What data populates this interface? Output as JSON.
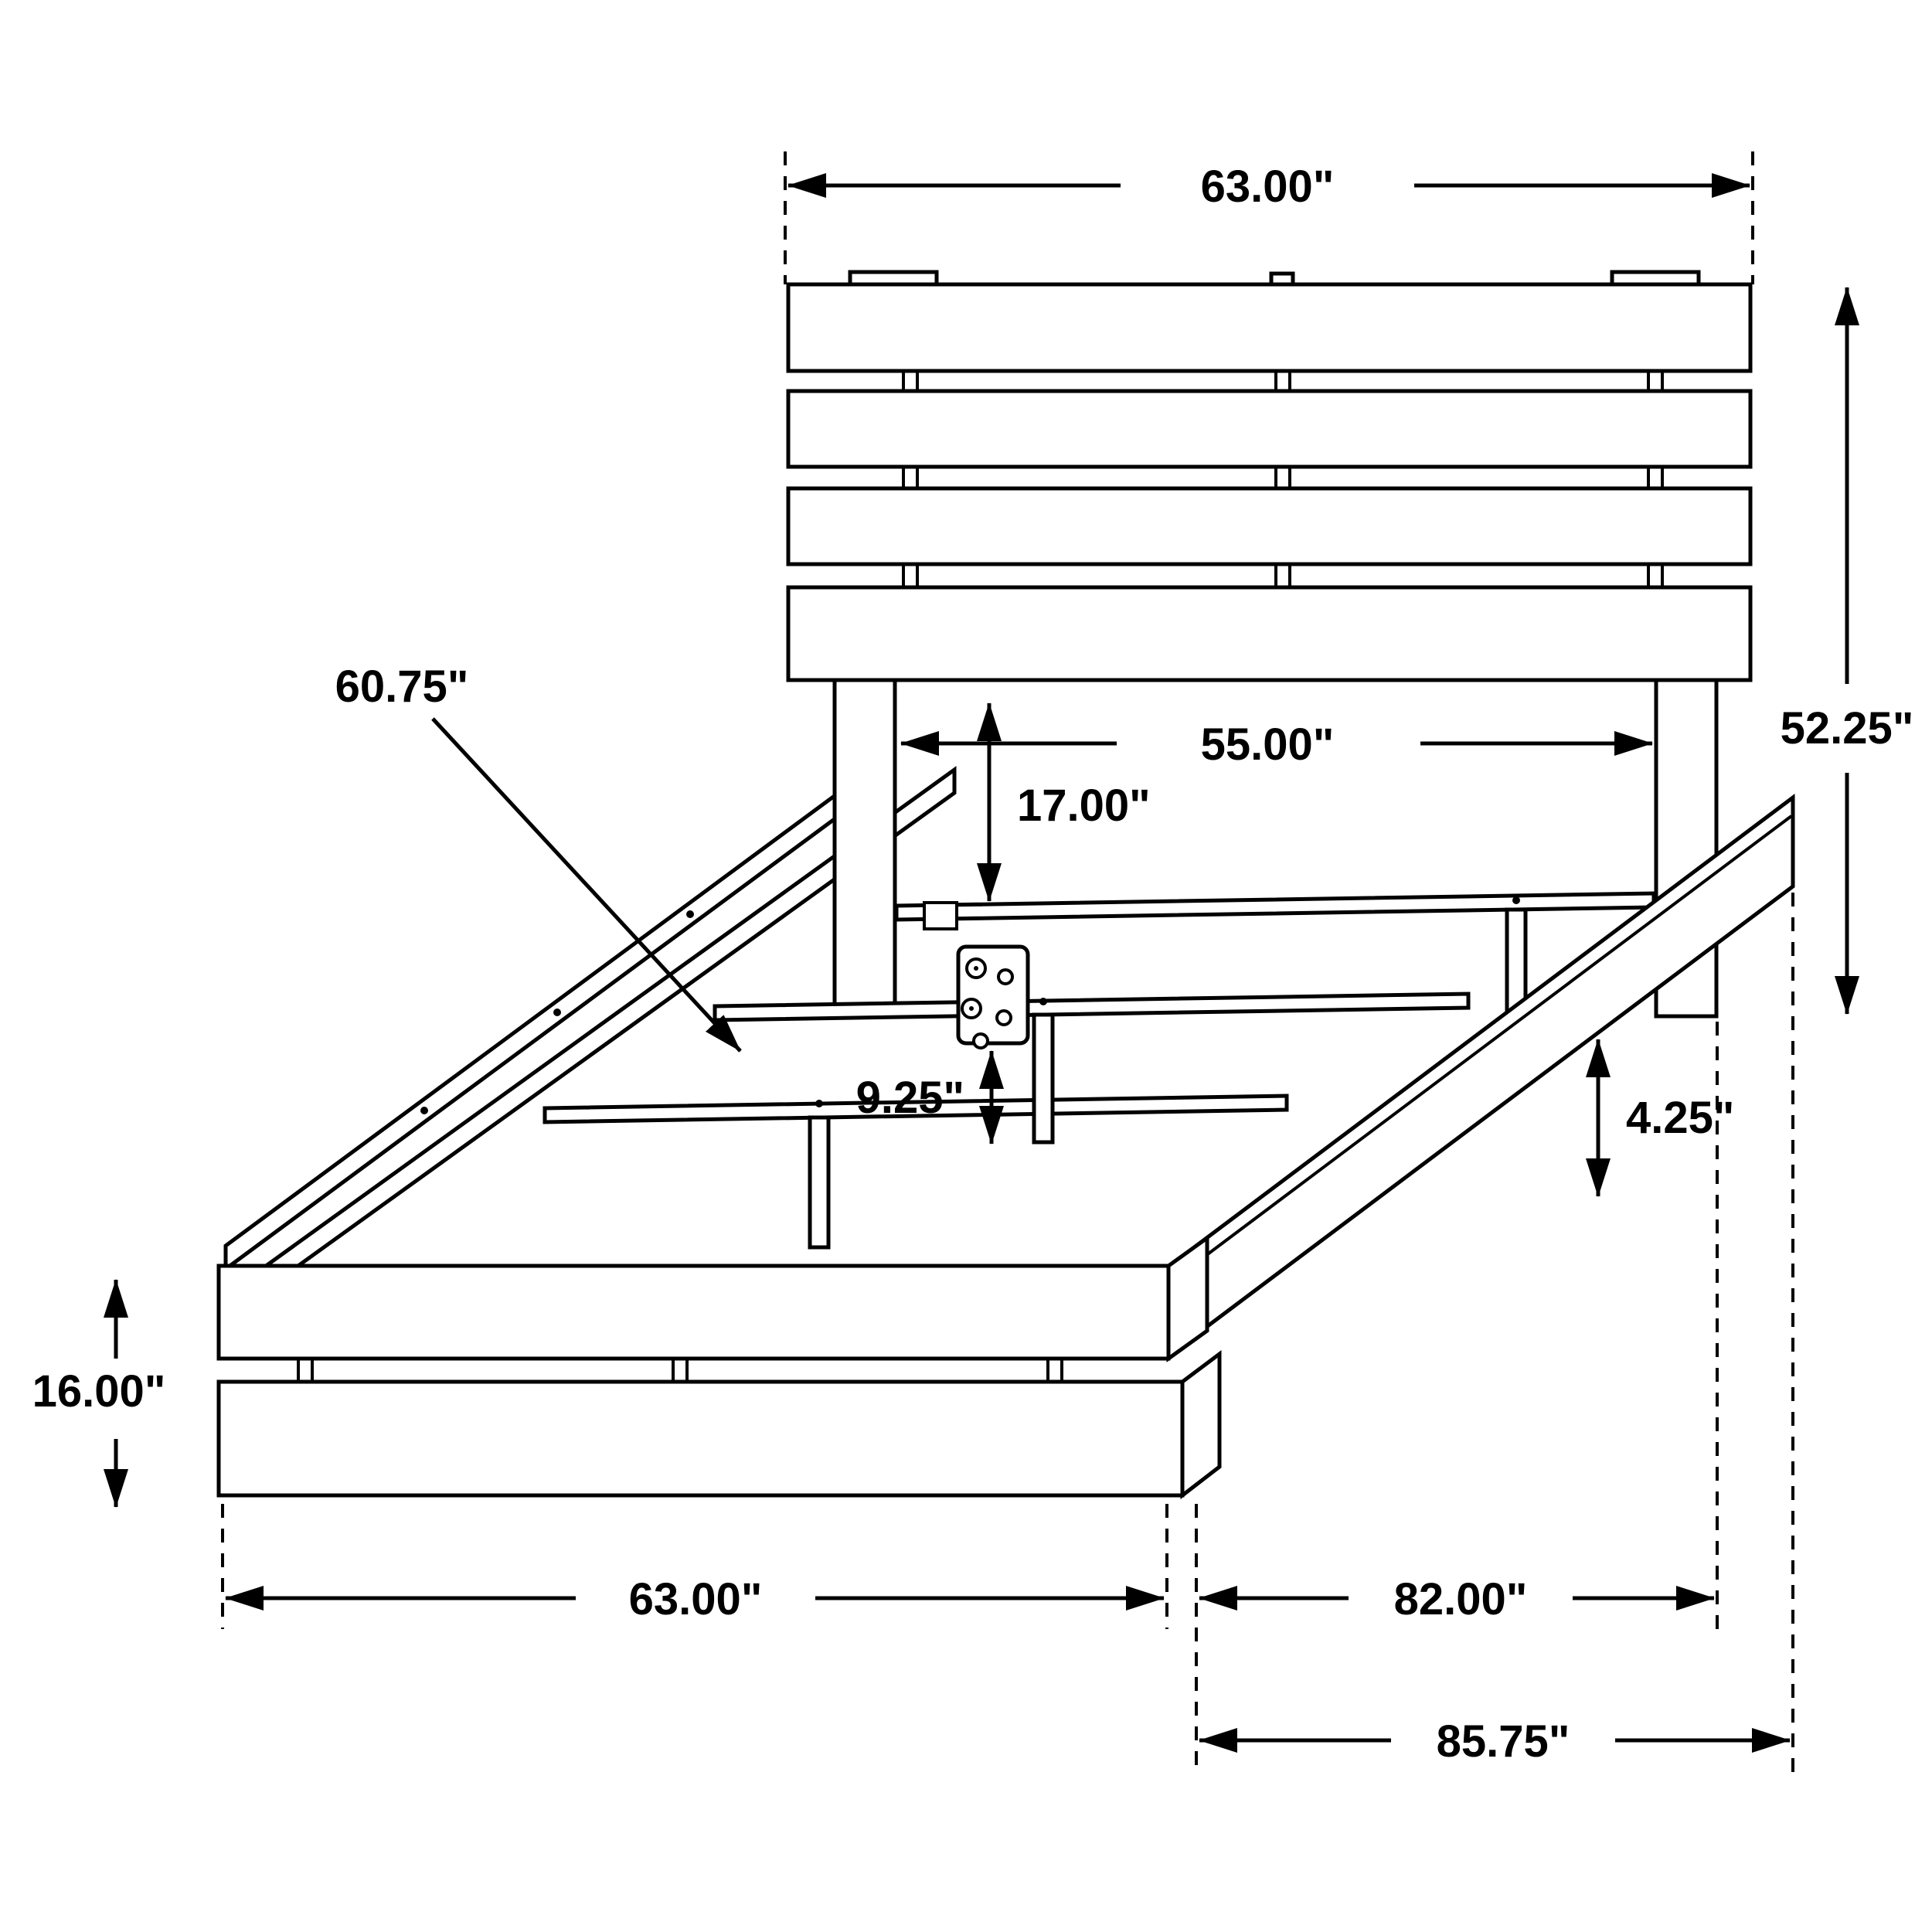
{
  "diagram": {
    "subject": "bed-frame-dimension-diagram",
    "line_color": "#000000",
    "background_color": "#ffffff"
  },
  "dims": {
    "top_width": "63.00\"",
    "headboard_height": "52.25\"",
    "between_legs": "55.00\"",
    "deck_to_headboard": "17.00\"",
    "slat_length": "60.75\"",
    "slat_support": "9.25\"",
    "rail_clearance": "4.25\"",
    "footboard_height": "16.00\"",
    "footboard_width": "63.00\"",
    "frame_length": "82.00\"",
    "overall_length": "85.75\""
  }
}
